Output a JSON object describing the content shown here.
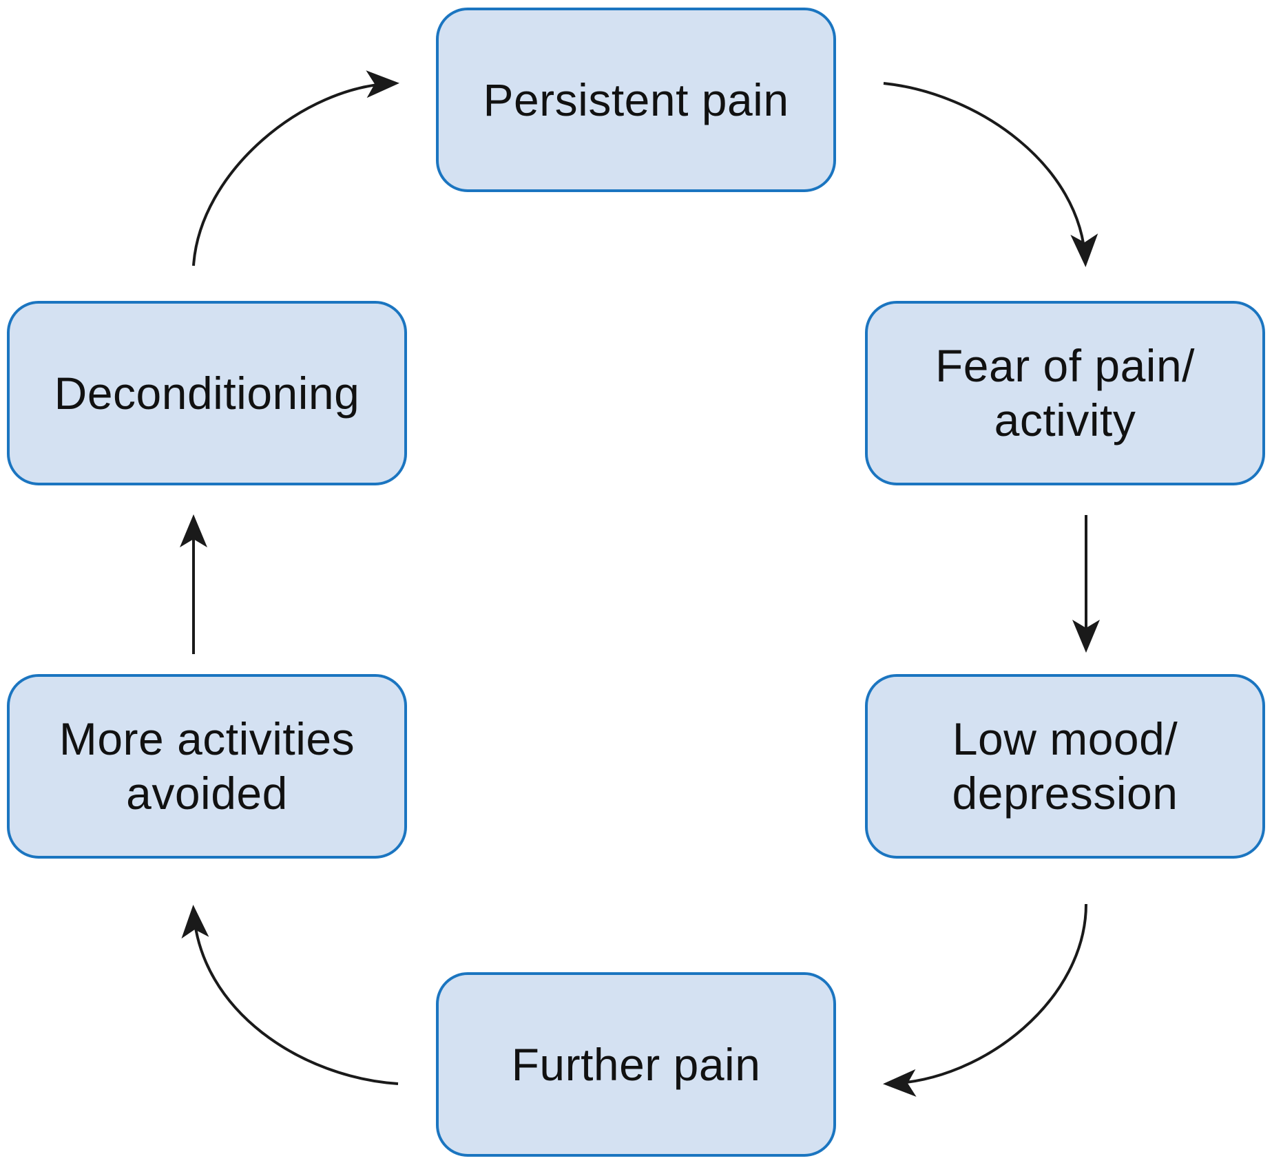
{
  "diagram": {
    "nodes": [
      {
        "id": "persistent-pain",
        "lines": [
          "Persistent pain"
        ]
      },
      {
        "id": "fear-of-pain-activity",
        "lines": [
          "Fear of pain/",
          "activity"
        ]
      },
      {
        "id": "low-mood-depression",
        "lines": [
          "Low mood/",
          "depression"
        ]
      },
      {
        "id": "further-pain",
        "lines": [
          "Further pain"
        ]
      },
      {
        "id": "more-activities-avoided",
        "lines": [
          "More activities",
          "avoided"
        ]
      },
      {
        "id": "deconditioning",
        "lines": [
          "Deconditioning"
        ]
      }
    ],
    "edges": [
      {
        "from": "persistent-pain",
        "to": "fear-of-pain-activity"
      },
      {
        "from": "fear-of-pain-activity",
        "to": "low-mood-depression"
      },
      {
        "from": "low-mood-depression",
        "to": "further-pain"
      },
      {
        "from": "further-pain",
        "to": "more-activities-avoided"
      },
      {
        "from": "more-activities-avoided",
        "to": "deconditioning"
      },
      {
        "from": "deconditioning",
        "to": "persistent-pain"
      }
    ],
    "colors": {
      "box_fill": "#d4e1f2",
      "box_border": "#1b75c0",
      "arrow": "#1a1a1a",
      "text": "#111111"
    }
  }
}
